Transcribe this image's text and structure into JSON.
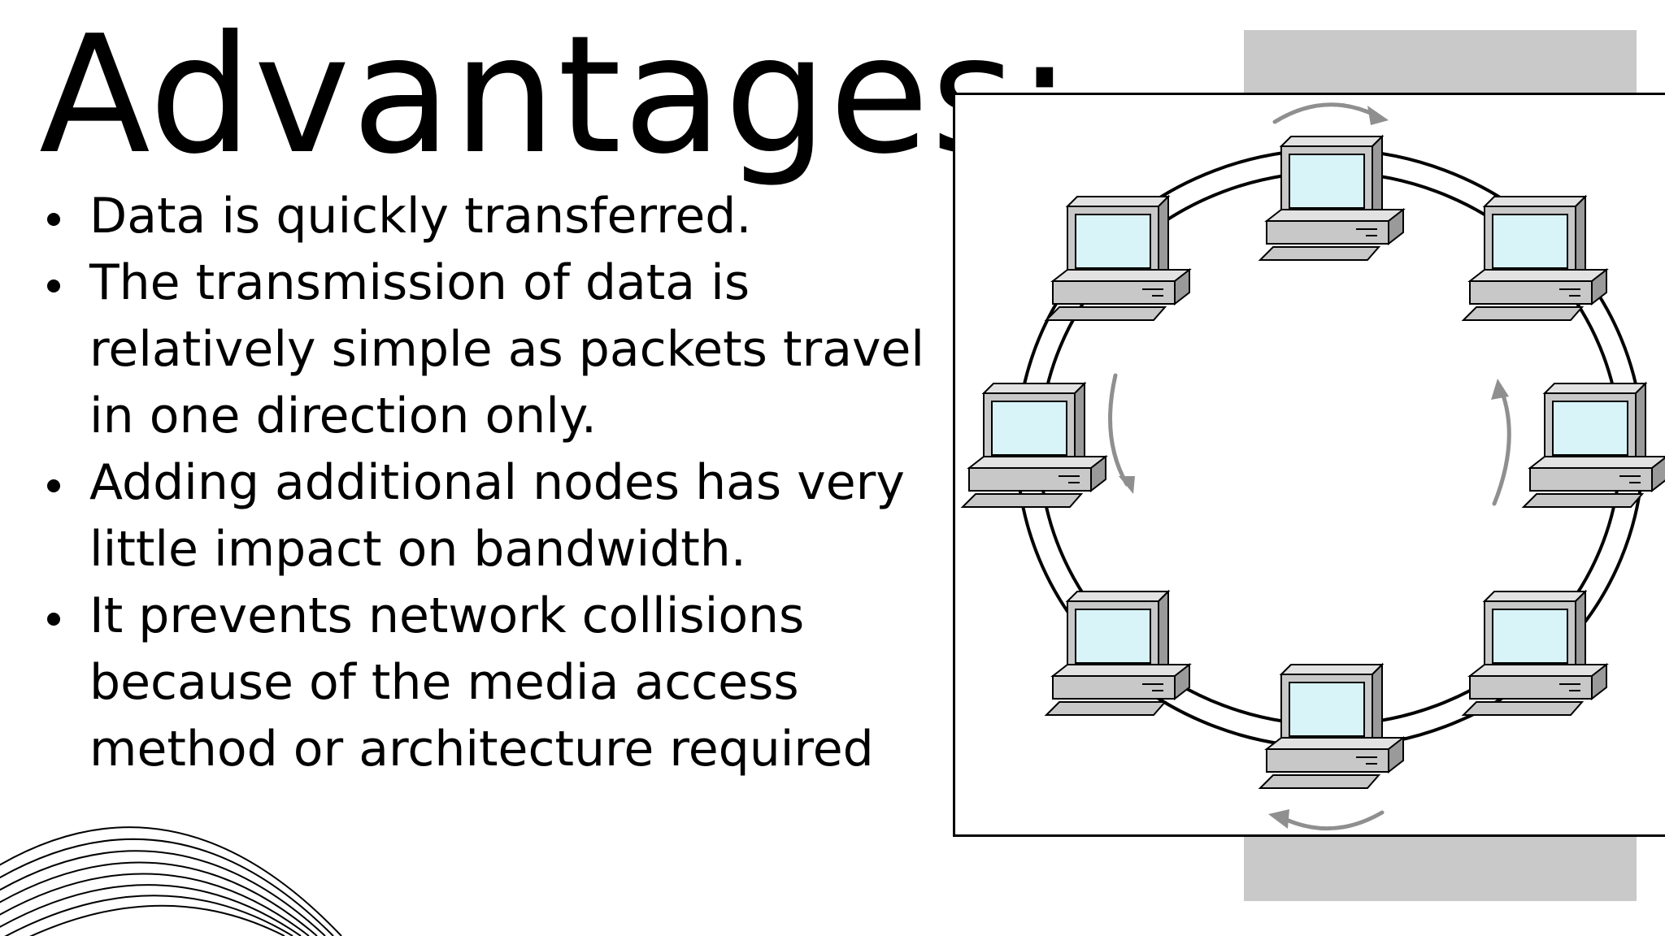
{
  "slide": {
    "title": "Advantages:",
    "bullets": [
      "Data is quickly transferred.",
      "The transmission of data is relatively simple as packets travel in one direction only.",
      "Adding additional nodes has very little impact on bandwidth.",
      "It prevents network collisions because of the media access method or architecture required"
    ]
  },
  "diagram": {
    "computer_count": 8,
    "direction_arrow_count": 4,
    "screen_color": "#d8f4f8",
    "case_color": "#c8c8c8"
  },
  "colors": {
    "background": "#ffffff",
    "text": "#000000",
    "accent_panel": "#c9c9c9"
  }
}
